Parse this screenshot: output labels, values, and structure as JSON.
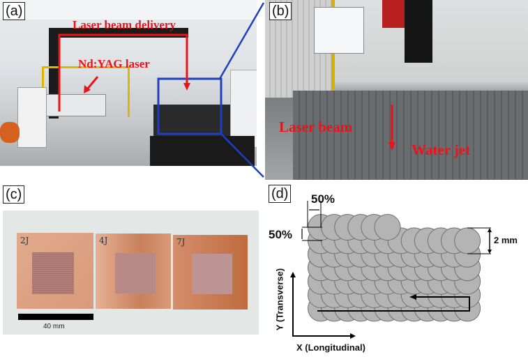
{
  "panels": {
    "a": {
      "label": "(a)",
      "annotations": {
        "delivery": "Laser beam delivery",
        "laser": "Nd:YAG laser"
      }
    },
    "b": {
      "label": "(b)",
      "annotations": {
        "beam": "Laser beam",
        "jet": "Water jet"
      }
    },
    "c": {
      "label": "(c)",
      "samples": [
        "2J",
        "4J",
        "7J"
      ],
      "scale_bar": "40 mm"
    },
    "d": {
      "label": "(d)",
      "overlap_x": "50%",
      "overlap_y": "50%",
      "spot_size": "2 mm",
      "y_axis": "Y (Transverse)",
      "x_axis": "X (Longitudinal)"
    }
  },
  "colors": {
    "annotation": "#e8141a",
    "highlight": "#1f3fbf",
    "spot": "#b4b4b4",
    "copper": "#d89a78"
  }
}
